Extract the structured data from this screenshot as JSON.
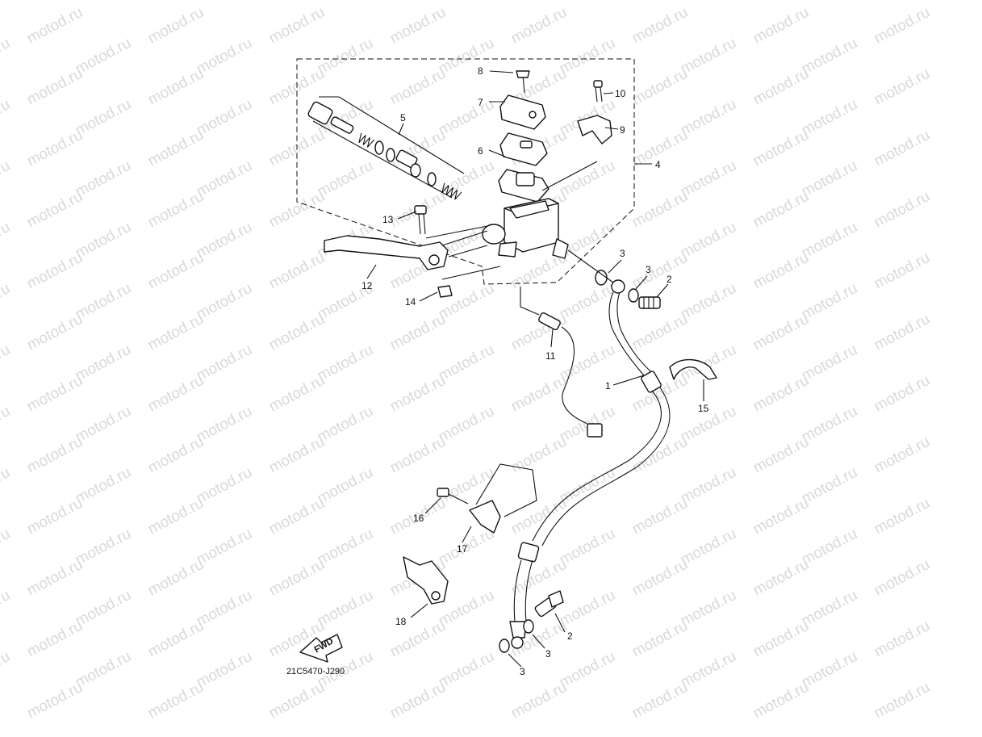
{
  "watermark": "motod.ru",
  "diagram_code": "21C5470-J290",
  "fwd_label": "FWD",
  "labels": {
    "l1": "1",
    "l2a": "2",
    "l2b": "2",
    "l3a": "3",
    "l3b": "3",
    "l3c": "3",
    "l3d": "3",
    "l4": "4",
    "l5": "5",
    "l6": "6",
    "l7": "7",
    "l8": "8",
    "l9": "9",
    "l10": "10",
    "l11": "11",
    "l12": "12",
    "l13": "13",
    "l14": "14",
    "l15": "15",
    "l16": "16",
    "l17": "17",
    "l18": "18"
  }
}
